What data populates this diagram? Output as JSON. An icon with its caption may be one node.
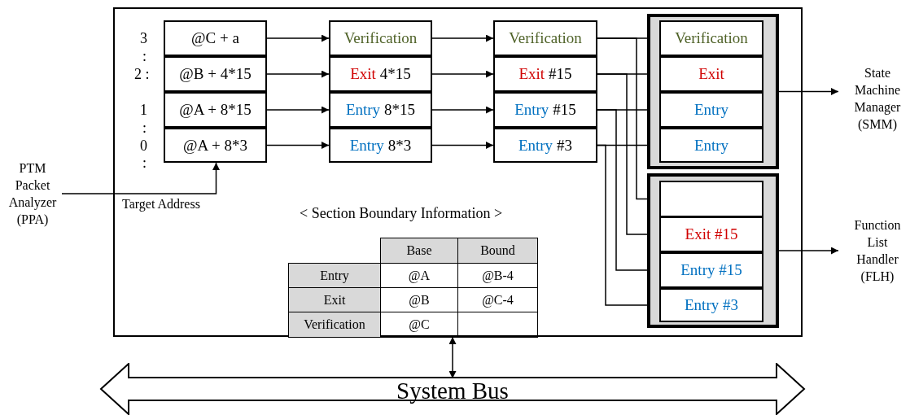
{
  "diagram": {
    "nodes": [
      {
        "text": [],
        "shape": "box"
      },
      {
        "text": [
          "@C + a"
        ],
        "in": 0
      },
      {
        "text": [
          "@B + 4*15"
        ],
        "in": 0
      },
      {
        "text": [
          "@A + 8*15"
        ],
        "in": 0
      },
      {
        "text": [
          "@A + 8*3"
        ],
        "in": 0
      },
      {
        "text": [
          "Verification"
        ],
        "in": 0
      },
      {
        "text": [
          "Exit",
          "4*15"
        ],
        "in": 0
      },
      {
        "text": [
          "Entry",
          "8*15"
        ],
        "in": 0
      },
      {
        "text": [
          "Entry",
          "8*3"
        ],
        "in": 0
      },
      {
        "text": [
          "Verification"
        ],
        "in": 0
      },
      {
        "text": [
          "Exit",
          "#15"
        ],
        "in": 0
      },
      {
        "text": [
          "Entry",
          "#15"
        ],
        "in": 0
      },
      {
        "text": [
          "Entry",
          "#3"
        ],
        "in": 0
      },
      {
        "text": [],
        "shape": "box",
        "in": 0
      },
      {
        "text": [
          "Verification"
        ],
        "in": 13
      },
      {
        "text": [
          "Exit"
        ],
        "in": 13
      },
      {
        "text": [
          "Entry"
        ],
        "in": 13
      },
      {
        "text": [
          "Entry"
        ],
        "in": 13
      },
      {
        "text": [],
        "shape": "box",
        "in": 0
      },
      {
        "text": [],
        "shape": "box",
        "in": 18
      },
      {
        "text": [
          "Exit #15"
        ],
        "in": 18
      },
      {
        "text": [
          "Entry #15"
        ],
        "in": 18
      },
      {
        "text": [
          "Entry #3"
        ],
        "in": 18
      },
      {
        "text": [
          "State Machine Manager (SMM)"
        ]
      },
      {
        "text": [
          "Function List Handler (FLH)"
        ]
      },
      {
        "text": [
          "PTM Packet Analyzer (PPA)"
        ]
      },
      {
        "text": [
          "System Bus"
        ]
      }
    ],
    "edges": [
      {
        "from": 25,
        "to": 4,
        "arrow": "to",
        "label": "Target Address"
      },
      {
        "from": 1,
        "to": 5,
        "arrow": "to"
      },
      {
        "from": 2,
        "to": 6,
        "arrow": "to"
      },
      {
        "from": 3,
        "to": 7,
        "arrow": "to"
      },
      {
        "from": 4,
        "to": 8,
        "arrow": "to"
      },
      {
        "from": 5,
        "to": 9,
        "arrow": "to"
      },
      {
        "from": 6,
        "to": 10,
        "arrow": "to"
      },
      {
        "from": 7,
        "to": 11,
        "arrow": "to"
      },
      {
        "from": 8,
        "to": 12,
        "arrow": "to"
      },
      {
        "from": 9,
        "to": 14,
        "arrow": "to"
      },
      {
        "from": 10,
        "to": 15,
        "arrow": "to"
      },
      {
        "from": 11,
        "to": 16,
        "arrow": "to"
      },
      {
        "from": 12,
        "to": 17,
        "arrow": "to"
      },
      {
        "from": 9,
        "to": 19,
        "arrow": "to"
      },
      {
        "from": 10,
        "to": 20,
        "arrow": "to"
      },
      {
        "from": 11,
        "to": 21,
        "arrow": "to"
      },
      {
        "from": 12,
        "to": 22,
        "arrow": "to"
      },
      {
        "from": 13,
        "to": 23,
        "arrow": "to"
      },
      {
        "from": 18,
        "to": 24,
        "arrow": "to"
      },
      {
        "from": 0,
        "to": 26,
        "arrow": "both"
      }
    ],
    "labels": [
      "3",
      ":",
      "2 :",
      "1",
      ":",
      "0",
      ":",
      "< Section Boundary Information >",
      "Base",
      "Bound",
      "Entry",
      "@A",
      "@B-4",
      "Exit",
      "@B",
      "@C-4",
      "Verification",
      "@C"
    ]
  }
}
